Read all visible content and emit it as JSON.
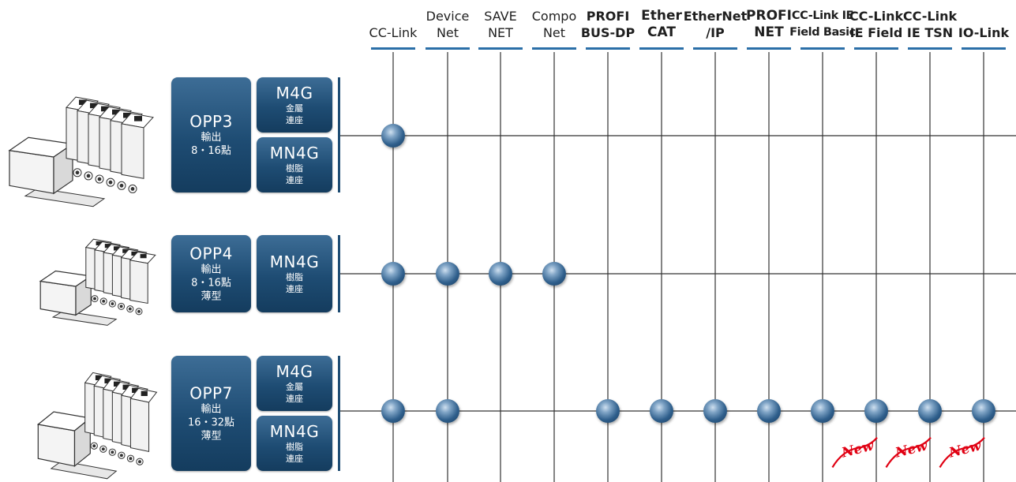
{
  "networks": [
    {
      "lines": [
        "CC-Link"
      ],
      "style": "norm"
    },
    {
      "lines": [
        "Device",
        "Net"
      ],
      "style": "norm"
    },
    {
      "lines": [
        "SAVE",
        "NET"
      ],
      "style": "norm"
    },
    {
      "lines": [
        "Compo",
        "Net"
      ],
      "style": "norm"
    },
    {
      "lines": [
        "PROFI",
        "BUS-DP"
      ],
      "style": "bold16"
    },
    {
      "lines": [
        "Ether",
        "CAT"
      ],
      "style": "bold17"
    },
    {
      "lines": [
        "EtherNet",
        "/IP"
      ],
      "style": "bold16"
    },
    {
      "lines": [
        "PROFI",
        "NET"
      ],
      "style": "bold17"
    },
    {
      "lines": [
        "CC-Link IE",
        "Field Basic"
      ],
      "style": "bold14"
    },
    {
      "lines": [
        "CC-Link",
        "IE Field"
      ],
      "style": "bold16"
    },
    {
      "lines": [
        "CC-Link",
        "IE TSN"
      ],
      "style": "bold16"
    },
    {
      "lines": [
        "IO-Link"
      ],
      "style": "bold16"
    }
  ],
  "products": [
    {
      "model": "OPP3",
      "details": [
        "輸出",
        "8・16點"
      ],
      "valves": [
        {
          "name": "M4G",
          "details": [
            "金屬",
            "連座"
          ]
        },
        {
          "name": "MN4G",
          "details": [
            "樹脂",
            "連座"
          ]
        }
      ],
      "supported": [
        0
      ]
    },
    {
      "model": "OPP4",
      "details": [
        "輸出",
        "8・16點",
        "薄型"
      ],
      "valves": [
        {
          "name": "MN4G",
          "details": [
            "樹脂",
            "連座"
          ]
        }
      ],
      "supported": [
        0,
        1,
        2,
        3
      ]
    },
    {
      "model": "OPP7",
      "details": [
        "輸出",
        "16・32點",
        "薄型"
      ],
      "valves": [
        {
          "name": "M4G",
          "details": [
            "金屬",
            "連座"
          ]
        },
        {
          "name": "MN4G",
          "details": [
            "樹脂",
            "連座"
          ]
        }
      ],
      "supported": [
        0,
        1,
        4,
        5,
        6,
        7,
        8,
        9,
        10,
        11
      ]
    }
  ],
  "new_badges": [
    "New",
    "New",
    "New"
  ],
  "colors": {
    "accent": "#2b6fa8",
    "box": "#1e4c73",
    "new": "#e00012",
    "line": "#333333"
  }
}
